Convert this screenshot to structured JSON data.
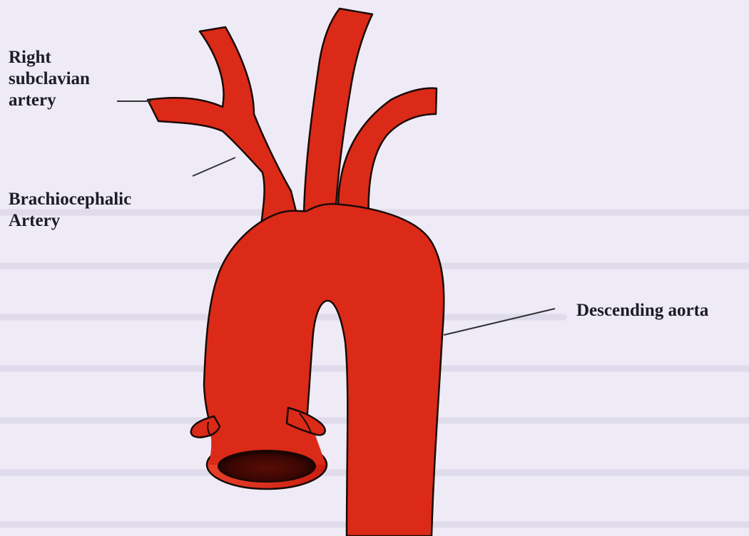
{
  "labels": {
    "right_subclavian": [
      "Right",
      "subclavian",
      "artery"
    ],
    "brachiocephalic": [
      "Brachiocephalic",
      "Artery"
    ],
    "descending_aorta": "Descending aorta"
  },
  "colors": {
    "background": "#eeebf7",
    "artery_fill": "#dc2a18",
    "artery_outline": "#1a0a06",
    "label_text": "#1d1d24",
    "leader_line": "#333333"
  }
}
